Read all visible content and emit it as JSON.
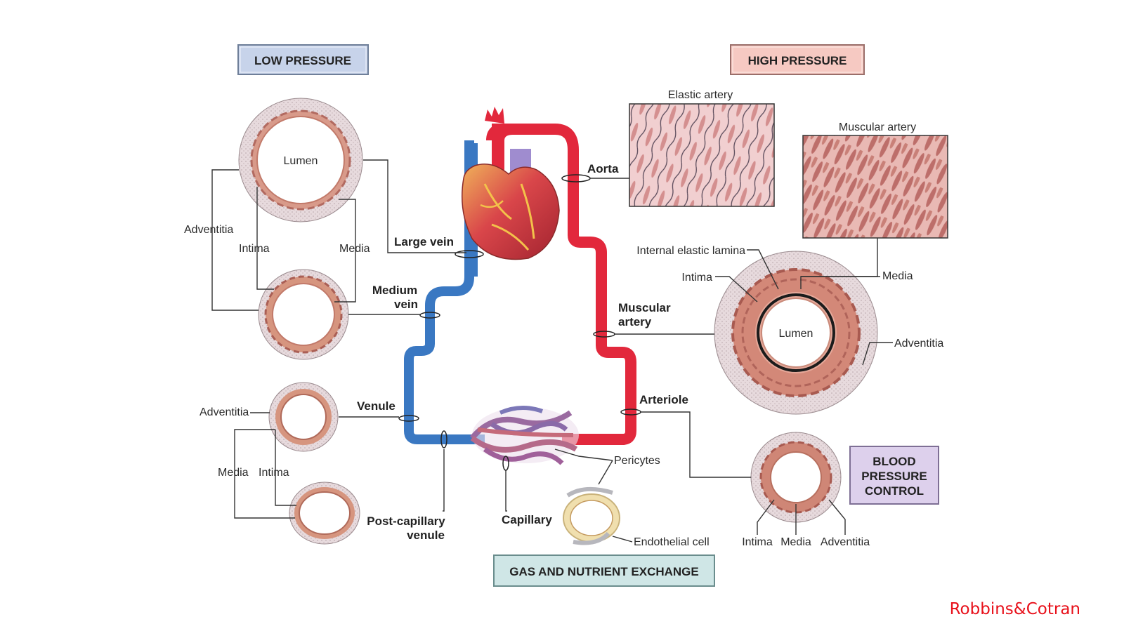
{
  "boxes": {
    "low_pressure": "LOW PRESSURE",
    "high_pressure": "HIGH PRESSURE",
    "bp_control_1": "BLOOD",
    "bp_control_2": "PRESSURE",
    "bp_control_3": "CONTROL",
    "gas_exchange": "GAS AND NUTRIENT EXCHANGE"
  },
  "vessels": {
    "aorta": "Aorta",
    "large_vein": "Large vein",
    "medium_vein_1": "Medium",
    "medium_vein_2": "vein",
    "muscular_artery_1": "Muscular",
    "muscular_artery_2": "artery",
    "venule": "Venule",
    "arteriole": "Arteriole",
    "post_capillary_1": "Post-capillary",
    "post_capillary_2": "venule",
    "capillary": "Capillary"
  },
  "layers": {
    "lumen": "Lumen",
    "adventitia": "Adventitia",
    "intima": "Intima",
    "media": "Media",
    "internal_elastic_lamina": "Internal elastic lamina",
    "pericytes": "Pericytes",
    "endothelial_cell": "Endothelial cell"
  },
  "insets": {
    "elastic_artery": "Elastic artery",
    "muscular_artery": "Muscular artery"
  },
  "credit": "Robbins&Cotran",
  "colors": {
    "artery": "#e2283c",
    "vein": "#3a78c2",
    "wall": "#c98b7c",
    "adventitia": "#e6d9dc",
    "low_box": "#c7d3ea",
    "high_box": "#f6c9c2",
    "bp_box": "#ddd0ec",
    "gas_box": "#cfe6e6"
  }
}
